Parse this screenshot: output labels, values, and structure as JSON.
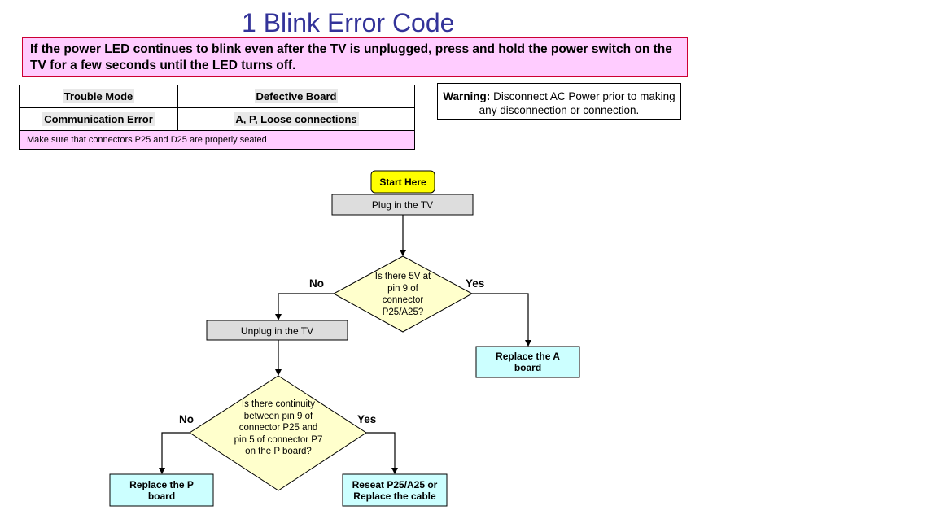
{
  "title": "1 Blink Error Code",
  "notice": "If the power LED continues to blink even after the TV is unplugged, press and hold the power switch on the TV for a few seconds until the LED turns off.",
  "table": {
    "header_trouble_mode": "Trouble Mode",
    "header_defective_board": "Defective Board",
    "trouble_mode": "Communication Error",
    "defective_board": "A, P, Loose connections",
    "note": "Make sure that connectors P25 and D25 are properly seated"
  },
  "warning": {
    "label": "Warning:",
    "text": "Disconnect AC Power prior to making any disconnection or connection."
  },
  "flowchart": {
    "start": "Start Here",
    "plug_in": "Plug in the TV",
    "decision1": "Is there 5V at pin 9 of connector P25/A25?",
    "decision1_no": "No",
    "decision1_yes": "Yes",
    "unplug": "Unplug in the TV",
    "replace_a": "Replace the A board",
    "decision2": "Is there continuity between pin 9 of connector P25 and pin 5 of connector P7 on the P board?",
    "decision2_no": "No",
    "decision2_yes": "Yes",
    "replace_p": "Replace the P board",
    "reseat": "Reseat P25/A25 or Replace the cable"
  },
  "colors": {
    "title": "#333399",
    "notice_bg": "#ffccff",
    "start_bg": "#ffff00",
    "process_bg": "#dddddd",
    "decision_bg": "#ffffcc",
    "action_bg": "#ccffff"
  }
}
